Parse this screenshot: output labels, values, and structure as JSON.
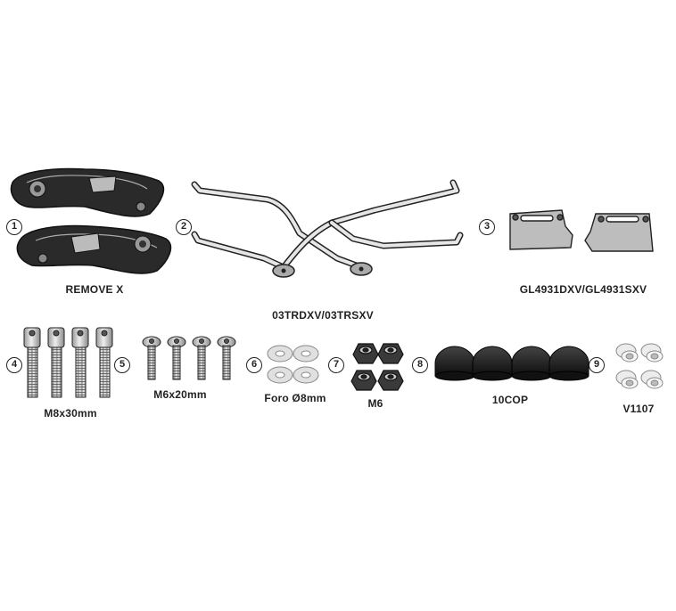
{
  "parts": [
    {
      "number": "1",
      "label": "REMOVE X"
    },
    {
      "number": "2",
      "label": "03TRDXV/03TRSXV"
    },
    {
      "number": "3",
      "label": "GL4931DXV/GL4931SXV"
    },
    {
      "number": "4",
      "label": "M8x30mm"
    },
    {
      "number": "5",
      "label": "M6x20mm"
    },
    {
      "number": "6",
      "label": "Foro Ø8mm"
    },
    {
      "number": "7",
      "label": "M6"
    },
    {
      "number": "8",
      "label": "10COP"
    },
    {
      "number": "9",
      "label": "V1107"
    }
  ],
  "icons": [
    "adapter-plate-icon",
    "tube-frame-icon",
    "bracket-icon",
    "bolt-icon",
    "washer-icon",
    "nut-icon",
    "cap-icon",
    "spacer-icon"
  ],
  "colors": {
    "line": "#222222",
    "metal": "#cfcfcf",
    "dark": "#1e1e1e"
  }
}
